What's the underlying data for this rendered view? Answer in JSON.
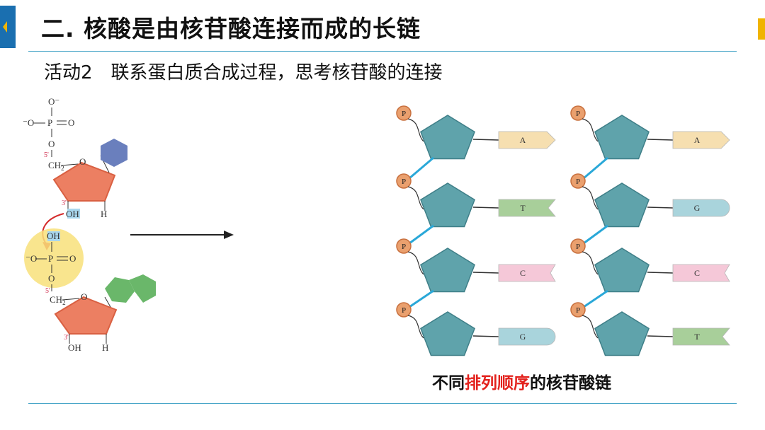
{
  "header": {
    "title": "二. 核酸是由核苷酸连接而成的长链",
    "accent_color": "#f0b400"
  },
  "activity": {
    "label": "活动2",
    "text": "联系蛋白质合成过程，思考核苷酸的连接"
  },
  "reaction": {
    "top_phosphate": {
      "o_top": "O⁻",
      "o_left": "⁻O",
      "p": "P",
      "o_right": "O",
      "o_bottom": "O"
    },
    "top_carbon5": "5'",
    "top_ch2": "CH",
    "top_ch2_sub": "2",
    "top_ring_o": "O",
    "top_carbon3": "3'",
    "top_oh": "OH",
    "top_h": "H",
    "bottom_phosphate": {
      "oh": "OH",
      "o_left": "⁻O",
      "p": "P",
      "o_right": "O",
      "o_bottom": "O"
    },
    "bottom_carbon5": "5'",
    "bottom_ch2": "CH",
    "bottom_ch2_sub": "2",
    "bottom_ring_o": "O",
    "bottom_carbon3": "3'",
    "bottom_oh": "OH",
    "bottom_h": "H"
  },
  "chains": [
    {
      "phosphate_label": "P",
      "bases": [
        "A",
        "T",
        "C",
        "G"
      ]
    },
    {
      "phosphate_label": "P",
      "bases": [
        "A",
        "G",
        "C",
        "T"
      ]
    }
  ],
  "base_colors": {
    "A": "#f6dfb0",
    "T": "#a8cf9a",
    "C": "#f5c8d8",
    "G": "#a9d4dc"
  },
  "caption": {
    "before": "不同",
    "highlight": "排列顺序",
    "after": "的核苷酸链",
    "highlight_color": "#e3211c"
  }
}
